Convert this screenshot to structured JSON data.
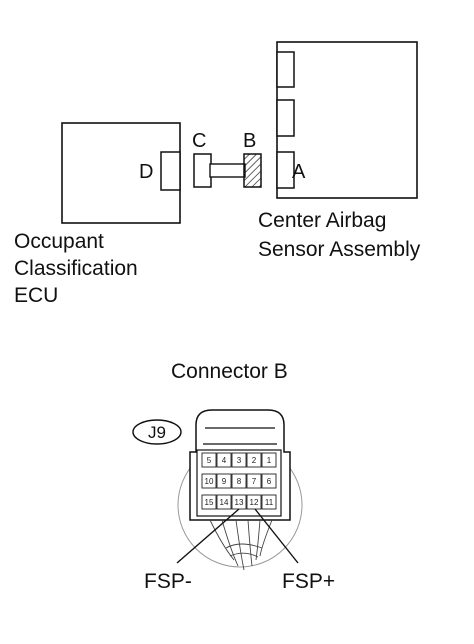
{
  "top_diagram": {
    "ecu_lines": [
      "Occupant",
      "Classification",
      "ECU"
    ],
    "assembly_lines": [
      "Center Airbag",
      "Sensor Assembly"
    ],
    "port_d": "D",
    "port_c": "C",
    "port_b": "B",
    "port_a": "A"
  },
  "connector": {
    "title": "Connector B",
    "code": "J9",
    "pins_row1": [
      "5",
      "4",
      "3",
      "2",
      "1"
    ],
    "pins_row2": [
      "10",
      "9",
      "8",
      "7",
      "6"
    ],
    "pins_row3": [
      "15",
      "14",
      "13",
      "12",
      "11"
    ],
    "terminal_minus": "FSP-",
    "terminal_plus": "FSP+"
  }
}
